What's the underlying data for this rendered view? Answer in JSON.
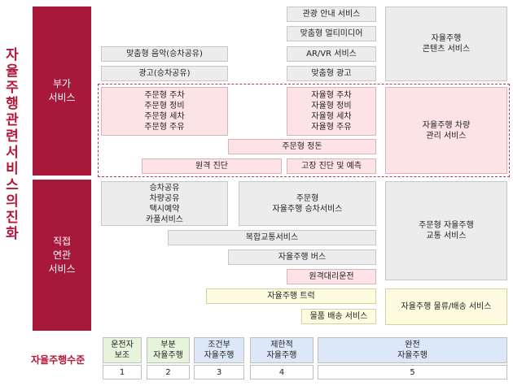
{
  "title": "자율주행 관련 서비스의 진화",
  "categories": {
    "additional": "부가\n서비스",
    "direct": "직접\n연관\n서비스"
  },
  "boxes": {
    "tourist_info": "관광 안내 서비스",
    "custom_multimedia": "맞춤형 멀티미디어",
    "content_service": "자율주행\n콘텐츠 서비스",
    "custom_music": "맞춤형 음악(승차공유)",
    "ar_vr": "AR/VR 서비스",
    "ad_share": "광고(승차공유)",
    "custom_ad": "맞춤형 광고",
    "on_demand_group": "주문형 주차\n주문형 정비\n주문형 세차\n주문형 주유",
    "auto_group": "자율형 주차\n자율형 정비\n자율형 세차\n자율형 주유",
    "vehicle_mgmt": "자율주행 차량\n관리 서비스",
    "on_demand_valet": "주문형 정돈",
    "remote_diag": "원격 진단",
    "fault_diag": "고장 진단 및 예측",
    "ride_share": "승차공유\n차량공유\n택시예약\n카풀서비스",
    "on_demand_ride": "주문형\n자율주행 승차서비스",
    "on_demand_traffic": "주문형 자율주행\n교통 서비스",
    "multimodal": "복합교통서비스",
    "auto_bus": "자율주행 버스",
    "remote_driving": "원격대리운전",
    "auto_truck": "자율주행 트럭",
    "logistics": "자율주행 물류/배송 서비스",
    "delivery": "물품 배송 서비스"
  },
  "levels": {
    "label": "자율주행수준",
    "items": [
      {
        "name": "운전자\n보조",
        "num": "1"
      },
      {
        "name": "부분\n자율주행",
        "num": "2"
      },
      {
        "name": "조건부\n자율주행",
        "num": "3"
      },
      {
        "name": "제한적\n자율주행",
        "num": "4"
      },
      {
        "name": "완전\n자율주행",
        "num": "5"
      }
    ]
  },
  "colors": {
    "accent": "#a8183b",
    "pink": "#fde2e6",
    "yellow": "#fdfbe0",
    "green": "#e6f4dc",
    "blue": "#dce8f8"
  }
}
